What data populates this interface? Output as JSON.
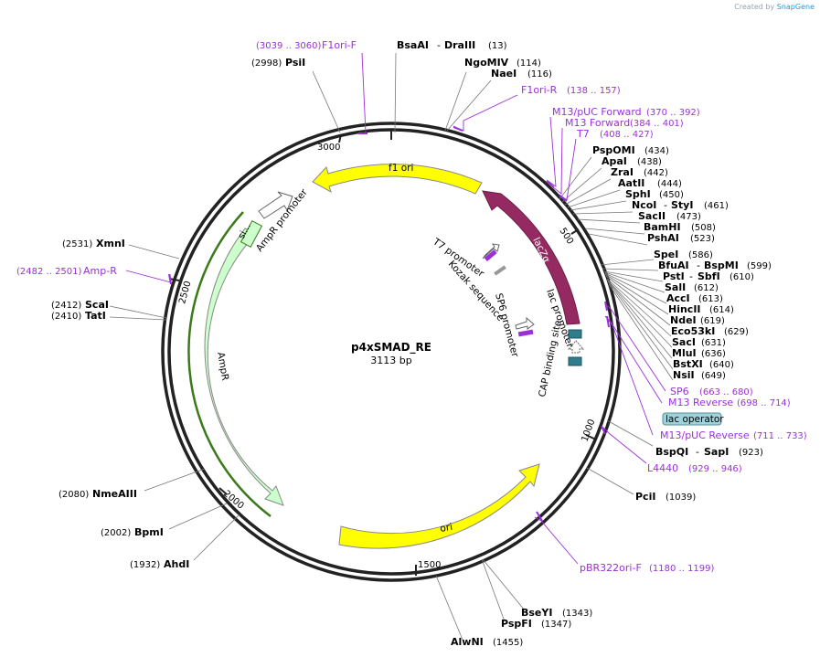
{
  "credit": {
    "prefix": "Created by",
    "brand": "SnapGene"
  },
  "plasmid": {
    "name": "p4xSMAD_RE",
    "length": "3113 bp"
  },
  "ticks": [
    "500",
    "1000",
    "1500",
    "2000",
    "2500",
    "3000"
  ],
  "features": {
    "f1_ori": "f1 ori",
    "lacZa": "lacZα",
    "ori": "ori",
    "AmpR": "AmpR",
    "AmpR_promoter": "AmpR promoter",
    "signal": "si...",
    "T7_promoter": "T7 promoter",
    "Kozak": "Kozak sequence",
    "SP6_promoter": "SP6 promoter",
    "lac_promoter": "lac promoter",
    "CAP_site": "CAP binding site",
    "lac_operator": "lac operator"
  },
  "sites": {
    "F1ori_F": {
      "name": "F1ori-F",
      "range": "(3039 .. 3060)"
    },
    "PsiI": {
      "name": "PsiI",
      "pos": "(2998)"
    },
    "BsaAI": {
      "name": "BsaAI",
      "sep": "-",
      "name2": "DraIII",
      "pos": "(13)"
    },
    "NgoMIV": {
      "name": "NgoMIV",
      "pos": "(114)"
    },
    "NaeI": {
      "name": "NaeI",
      "pos": "(116)"
    },
    "F1ori_R": {
      "name": "F1ori-R",
      "range": "(138 .. 157)"
    },
    "M13pUC_F": {
      "name": "M13/pUC Forward",
      "range": "(370 .. 392)"
    },
    "M13_F": {
      "name": "M13 Forward",
      "range": "(384 .. 401)"
    },
    "T7": {
      "name": "T7",
      "range": "(408 .. 427)"
    },
    "PspOMI": {
      "name": "PspOMI",
      "pos": "(434)"
    },
    "ApaI": {
      "name": "ApaI",
      "pos": "(438)"
    },
    "ZraI": {
      "name": "ZraI",
      "pos": "(442)"
    },
    "AatII": {
      "name": "AatII",
      "pos": "(444)"
    },
    "SphI": {
      "name": "SphI",
      "pos": "(450)"
    },
    "NcoI": {
      "name": "NcoI",
      "sep": "-",
      "name2": "StyI",
      "pos": "(461)"
    },
    "SacII": {
      "name": "SacII",
      "pos": "(473)"
    },
    "BamHI": {
      "name": "BamHI",
      "pos": "(508)"
    },
    "PshAI": {
      "name": "PshAI",
      "pos": "(523)"
    },
    "SpeI": {
      "name": "SpeI",
      "pos": "(586)"
    },
    "BfuAI": {
      "name": "BfuAI",
      "sep": "-",
      "name2": "BspMI",
      "pos": "(599)"
    },
    "PstI": {
      "name": "PstI",
      "sep": "-",
      "name2": "SbfI",
      "pos": "(610)"
    },
    "SalI": {
      "name": "SalI",
      "pos": "(612)"
    },
    "AccI": {
      "name": "AccI",
      "pos": "(613)"
    },
    "HincII": {
      "name": "HincII",
      "pos": "(614)"
    },
    "NdeI": {
      "name": "NdeI",
      "pos": "(619)"
    },
    "Eco53kI": {
      "name": "Eco53kI",
      "pos": "(629)"
    },
    "SacI": {
      "name": "SacI",
      "pos": "(631)"
    },
    "MluI": {
      "name": "MluI",
      "pos": "(636)"
    },
    "BstXI": {
      "name": "BstXI",
      "pos": "(640)"
    },
    "NsiI": {
      "name": "NsiI",
      "pos": "(649)"
    },
    "SP6": {
      "name": "SP6",
      "range": "(663 .. 680)"
    },
    "M13_R": {
      "name": "M13 Reverse",
      "range": "(698 .. 714)"
    },
    "M13pUC_R": {
      "name": "M13/pUC Reverse",
      "range": "(711 .. 733)"
    },
    "BspQI": {
      "name": "BspQI",
      "sep": "-",
      "name2": "SapI",
      "pos": "(923)"
    },
    "L4440": {
      "name": "L4440",
      "range": "(929 .. 946)"
    },
    "PciI": {
      "name": "PciI",
      "pos": "(1039)"
    },
    "pBR322ori_F": {
      "name": "pBR322ori-F",
      "range": "(1180 .. 1199)"
    },
    "BseYI": {
      "name": "BseYI",
      "pos": "(1343)"
    },
    "PspFI": {
      "name": "PspFI",
      "pos": "(1347)"
    },
    "AlwNI": {
      "name": "AlwNI",
      "pos": "(1455)"
    },
    "AhdI": {
      "name": "AhdI",
      "pos": "(1932)"
    },
    "BpmI": {
      "name": "BpmI",
      "pos": "(2002)"
    },
    "NmeAIII": {
      "name": "NmeAIII",
      "pos": "(2080)"
    },
    "ScaI": {
      "name": "ScaI",
      "pos": "(2412)"
    },
    "TatI": {
      "name": "TatI",
      "pos": "(2410)"
    },
    "Amp_R": {
      "name": "Amp-R",
      "range": "(2482 .. 2501)"
    },
    "XmnI": {
      "name": "XmnI",
      "pos": "(2531)"
    }
  }
}
